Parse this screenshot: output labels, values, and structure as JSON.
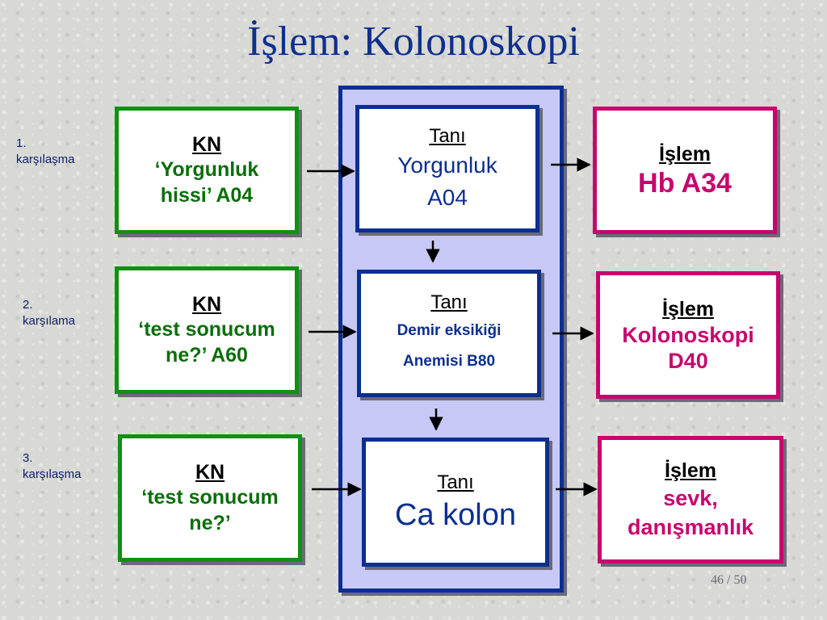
{
  "title": "İşlem: Kolonoskopi",
  "rows": [
    {
      "encounter": [
        "1.",
        "karşılaşma"
      ],
      "kn": {
        "heading": "KN",
        "lines": [
          "‘Yorgunluk",
          "hissi’ A04"
        ]
      },
      "tani": {
        "heading": "Tanı",
        "lines": [
          "Yorgunluk",
          "A04"
        ]
      },
      "islem": {
        "heading": "İşlem",
        "lines": [
          "Hb A34"
        ]
      }
    },
    {
      "encounter": [
        "2.",
        "karşılama"
      ],
      "kn": {
        "heading": "KN",
        "lines": [
          "‘test sonucum",
          "ne?’ A60"
        ]
      },
      "tani": {
        "heading": "Tanı",
        "lines": [
          "Demir eksikiği",
          "Anemisi B80"
        ]
      },
      "islem": {
        "heading": "İşlem",
        "lines": [
          "Kolonoskopi",
          "D40"
        ]
      }
    },
    {
      "encounter": [
        "3.",
        "karşılaşma"
      ],
      "kn": {
        "heading": "KN",
        "lines": [
          "‘test sonucum",
          "ne?’"
        ]
      },
      "tani": {
        "heading": "Tanı",
        "lines": [
          "Ca kolon"
        ]
      },
      "islem": {
        "heading": "İşlem",
        "lines": [
          "sevk,",
          "danışmanlık"
        ]
      }
    }
  ],
  "page_number": "46 / 50",
  "colors": {
    "title": "#0f2f8f",
    "kn_border": "#119011",
    "tani_border": "#0b2f90",
    "islem_border": "#c8046e",
    "panel": "#c8c8f6"
  }
}
